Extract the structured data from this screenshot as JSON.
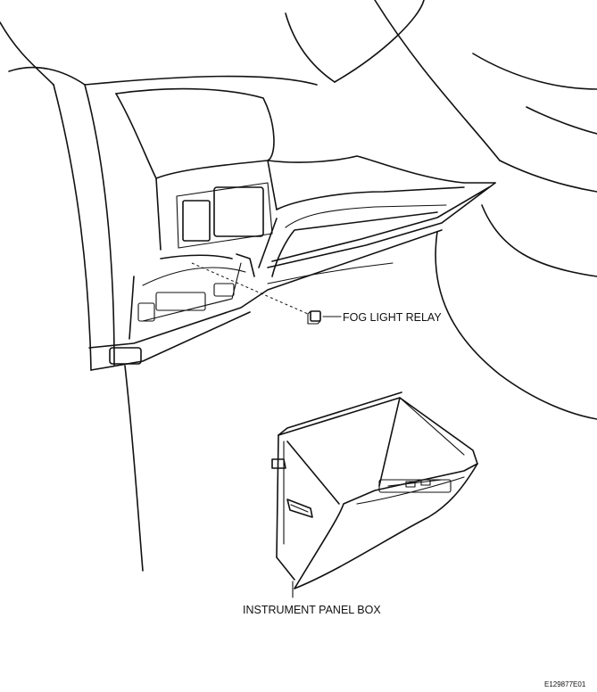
{
  "labels": {
    "fog_light_relay": "FOG LIGHT RELAY",
    "instrument_panel_box": "INSTRUMENT PANEL BOX",
    "figure_code": "E129877E01"
  },
  "colors": {
    "line": "#111111",
    "background": "#ffffff"
  }
}
